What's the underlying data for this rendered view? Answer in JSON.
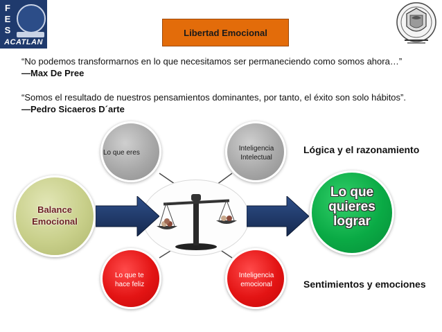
{
  "slide": {
    "title": "Libertad Emocional",
    "logo_left": {
      "letters": [
        "F",
        "E",
        "S"
      ],
      "lines": [
        "ACATLAN"
      ]
    }
  },
  "quotes": [
    {
      "text": "“No podemos transformarnos en lo que necesitamos ser permaneciendo como somos ahora…”",
      "author": "—Max De Pree"
    },
    {
      "text": "“Somos el resultado de nuestros pensamientos dominantes, por tanto, el éxito son solo hábitos”.",
      "author": "—Pedro Sicaeros D´arte"
    }
  ],
  "diagram": {
    "top_left": "Lo que eres",
    "top_right": "Inteligencia Intelectual",
    "bottom_left": "Lo que te hace feliz",
    "bottom_right": "Inteligencia emocional",
    "left": "Balance Emocional",
    "right": "Lo que quieres lograr",
    "right_top_caption": "Lógica y el razonamiento",
    "right_bottom_caption": "Sentimientos y emociones",
    "center_icon": "balance-scale-icon"
  },
  "colors": {
    "title_bg": "#e36c0a",
    "gray_circle": "#a8a8a8",
    "red_circle": "#e31414",
    "green_circle": "#0aaa45",
    "balance_circle": "#c8cf8a",
    "arrow": "#1f3864"
  }
}
